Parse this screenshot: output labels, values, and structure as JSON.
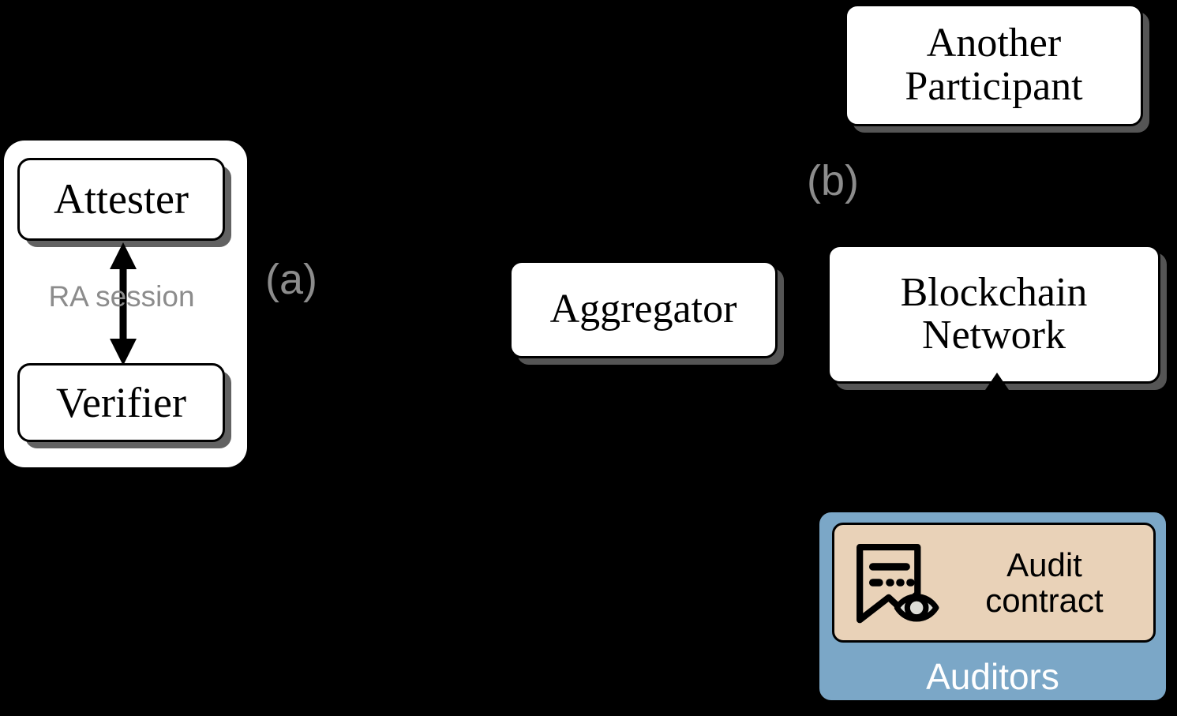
{
  "figure": {
    "background_color": "#000000",
    "subfigure_labels": [
      {
        "id": "a",
        "text": "(a)",
        "color": "#8c8c8c"
      },
      {
        "id": "b",
        "text": "(b)",
        "color": "#8c8c8c"
      }
    ]
  },
  "group_a": {
    "border_style": "dotted",
    "nodes": {
      "attester": "Attester",
      "verifier": "Verifier"
    },
    "edge_label": "RA session",
    "edge_label_color": "#8c8c8c",
    "edge_direction": "bidirectional"
  },
  "group_b": {
    "nodes": {
      "another_participant": "Another\nParticipant",
      "aggregator": "Aggregator",
      "blockchain_network": "Blockchain\nNetwork"
    }
  },
  "auditors": {
    "group_label": "Auditors",
    "group_color": "#7ba7c7",
    "group_label_color": "#ffffff",
    "contract_label": "Audit\ncontract",
    "contract_color": "#e9d2b8",
    "contract_icon": "audit-contract-icon"
  }
}
